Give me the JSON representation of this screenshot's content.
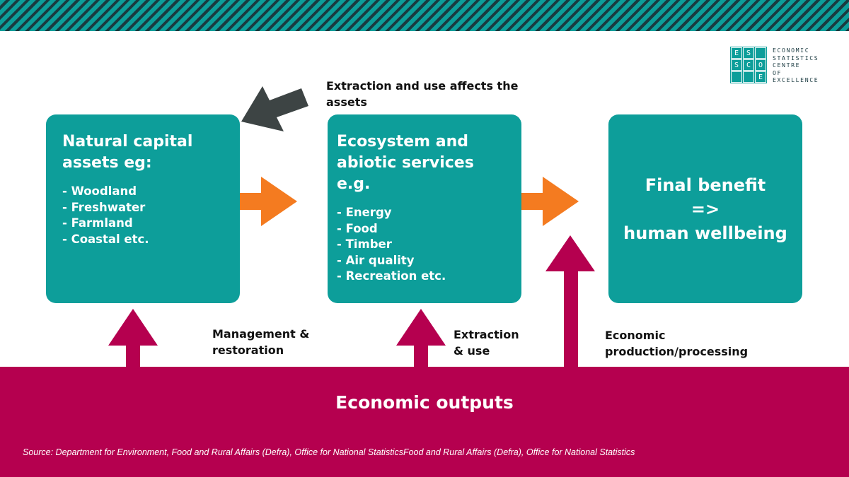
{
  "logo": {
    "cells": [
      "E",
      "S",
      "",
      "S",
      "C",
      "O",
      "",
      "",
      "E"
    ],
    "text_lines": [
      "ECONOMIC",
      "STATISTICS",
      "CENTRE",
      "OF",
      "EXCELLENCE"
    ]
  },
  "boxes": {
    "natural_capital": {
      "title_lines": [
        "Natural capital",
        "assets eg:"
      ],
      "items": [
        "- Woodland",
        "- Freshwater",
        "- Farmland",
        "- Coastal etc."
      ]
    },
    "ecosystem_services": {
      "title_lines": [
        "Ecosystem and",
        "abiotic services e.g."
      ],
      "items": [
        "- Energy",
        "- Food",
        "- Timber",
        "- Air quality",
        "- Recreation etc."
      ]
    },
    "final_benefit": {
      "lines": [
        "Final benefit",
        "=>",
        "human wellbeing"
      ]
    }
  },
  "labels": {
    "extraction_affects": [
      "Extraction and use affects the",
      "assets"
    ],
    "management": [
      "Management &",
      "restoration"
    ],
    "extraction_use": [
      "Extraction",
      "& use"
    ],
    "economic_production": [
      "Economic",
      "production/processing"
    ]
  },
  "bottom": {
    "title": "Economic outputs",
    "source": "Source: Department for Environment, Food and Rural Affairs (Defra), Office for National StatisticsFood and Rural Affairs (Defra), Office for National Statistics"
  },
  "colors": {
    "teal": "#0d9e9a",
    "magenta": "#b5004f",
    "orange": "#f47b20",
    "dark_arrow": "#3d4444"
  }
}
